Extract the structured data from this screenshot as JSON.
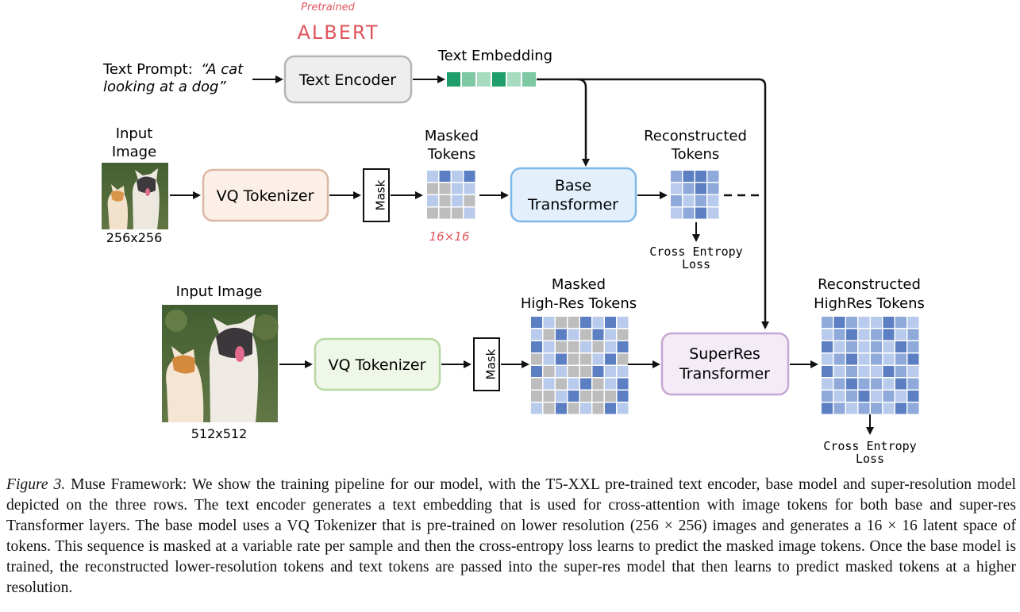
{
  "annotations": {
    "pretrained": "Pretrained",
    "albert": "ALBERT",
    "grid_size": "16×16"
  },
  "row1": {
    "prompt_label": "Text Prompt:",
    "prompt_quote_line1": "“A cat",
    "prompt_quote_line2": "looking at a dog”",
    "encoder": "Text Encoder",
    "embedding_label": "Text Embedding",
    "embedding_colors": [
      "#1f9d6a",
      "#7ec8a4",
      "#a8dcc0",
      "#1f9d6a",
      "#a8dcc0",
      "#7ec8a4"
    ]
  },
  "row2": {
    "input_line1": "Input",
    "input_line2": "Image",
    "input_size": "256x256",
    "tokenizer": "VQ Tokenizer",
    "mask": "Mask",
    "masked_line1": "Masked",
    "masked_line2": "Tokens",
    "transformer_line1": "Base",
    "transformer_line2": "Transformer",
    "recon_line1": "Reconstructed",
    "recon_line2": "Tokens",
    "loss_line1": "Cross Entropy",
    "loss_line2": "Loss"
  },
  "row3": {
    "input_label": "Input Image",
    "input_size": "512x512",
    "tokenizer": "VQ Tokenizer",
    "mask": "Mask",
    "masked_line1": "Masked",
    "masked_line2": "High-Res Tokens",
    "transformer_line1": "SuperRes",
    "transformer_line2": "Transformer",
    "recon_line1": "Reconstructed",
    "recon_line2": "HighRes Tokens",
    "loss_line1": "Cross Entropy",
    "loss_line2": "Loss"
  },
  "colors": {
    "encoder_fill": "#eeeeee",
    "encoder_stroke": "#b5b5b5",
    "tok1_fill": "#fbefe8",
    "tok1_stroke": "#dcb7a3",
    "base_fill": "#e3f0fb",
    "base_stroke": "#7fb8e8",
    "tok2_fill": "#eef7e8",
    "tok2_stroke": "#b7d8a3",
    "super_fill": "#f3ebf6",
    "super_stroke": "#c6a6d3",
    "token_dark": "#5b7fc2",
    "token_mid": "#8fa9da",
    "token_light": "#b9cbec",
    "token_gray": "#bdbdbd",
    "annotation_red": "#e0555c"
  },
  "grids": {
    "masked1": [
      "L",
      "D",
      "L",
      "D",
      "G",
      "G",
      "L",
      "L",
      "L",
      "G",
      "L",
      "G",
      "G",
      "G",
      "G",
      "L"
    ],
    "recon1": [
      "M",
      "D",
      "D",
      "M",
      "L",
      "M",
      "D",
      "M",
      "M",
      "L",
      "M",
      "L",
      "L",
      "M",
      "D",
      "L"
    ],
    "masked2": [
      "D",
      "L",
      "G",
      "G",
      "D",
      "L",
      "D",
      "L",
      "L",
      "G",
      "D",
      "L",
      "G",
      "D",
      "L",
      "G",
      "D",
      "L",
      "G",
      "G",
      "L",
      "G",
      "L",
      "D",
      "G",
      "L",
      "D",
      "G",
      "G",
      "L",
      "D",
      "G",
      "D",
      "G",
      "L",
      "G",
      "G",
      "D",
      "L",
      "L",
      "G",
      "L",
      "G",
      "L",
      "D",
      "G",
      "L",
      "D",
      "G",
      "G",
      "L",
      "D",
      "G",
      "G",
      "G",
      "D",
      "L",
      "G",
      "D",
      "G",
      "L",
      "G",
      "D",
      "L"
    ],
    "recon2": [
      "M",
      "D",
      "M",
      "L",
      "L",
      "D",
      "M",
      "L",
      "L",
      "M",
      "D",
      "L",
      "M",
      "D",
      "L",
      "M",
      "D",
      "L",
      "M",
      "L",
      "M",
      "L",
      "D",
      "M",
      "L",
      "M",
      "D",
      "L",
      "M",
      "L",
      "M",
      "D",
      "D",
      "L",
      "M",
      "L",
      "L",
      "D",
      "M",
      "L",
      "L",
      "M",
      "D",
      "M",
      "M",
      "L",
      "D",
      "M",
      "M",
      "L",
      "M",
      "D",
      "L",
      "M",
      "L",
      "D",
      "D",
      "M",
      "L",
      "M",
      "M",
      "L",
      "D",
      "M"
    ]
  },
  "caption": {
    "figure_label": "Figure 3.",
    "text": "Muse Framework: We show the training pipeline for our model, with the T5-XXL pre-trained text encoder, base model and super-resolution model depicted on the three rows. The text encoder generates a text embedding that is used for cross-attention with image tokens for both base and super-res Transformer layers. The base model uses a VQ Tokenizer that is pre-trained on lower resolution (256 × 256) images and generates a 16 × 16 latent space of tokens. This sequence is masked at a variable rate per sample and then the cross-entropy loss learns to predict the masked image tokens. Once the base model is trained, the reconstructed lower-resolution tokens and text tokens are passed into the super-res model that then learns to predict masked tokens at a higher resolution."
  }
}
